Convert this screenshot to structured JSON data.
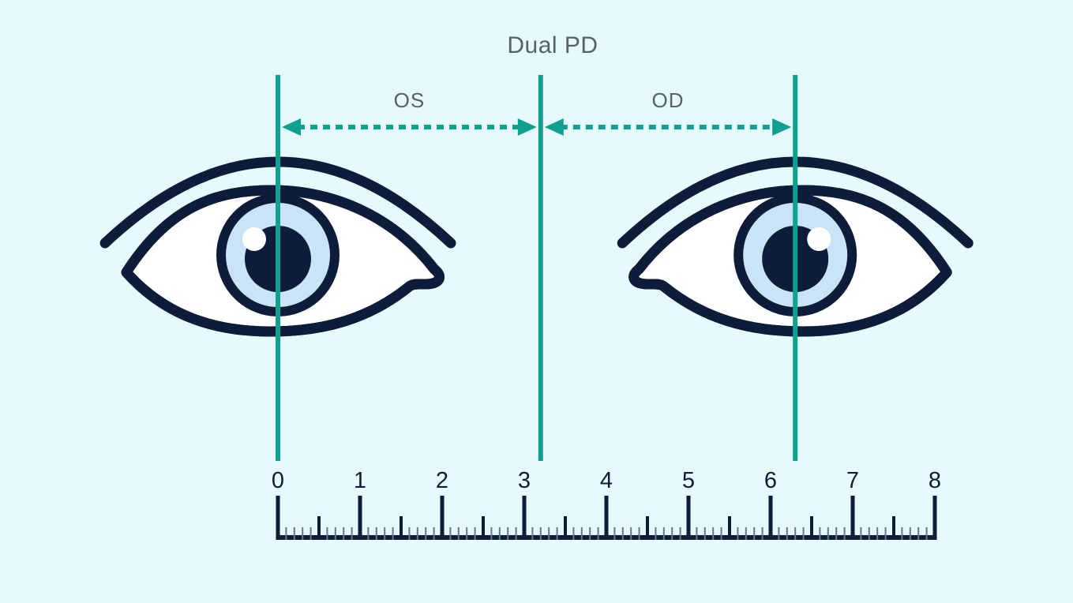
{
  "title": "Dual PD",
  "labels": {
    "left_measure": "OS",
    "right_measure": "OD"
  },
  "ruler": {
    "numbers": [
      "0",
      "1",
      "2",
      "3",
      "4",
      "5",
      "6",
      "7",
      "8"
    ],
    "minor_divisions_per_unit": 10
  },
  "ruler_readings": {
    "left_pupil_line": 0,
    "center_nose_line": 3.2,
    "right_pupil_line": 6.3
  },
  "colors": {
    "background": "#e6fafd",
    "accent_teal": "#10a08f",
    "navy_outline": "#0d1c38",
    "iris_blue": "#c9e4f6",
    "sclera_white": "#ffffff",
    "label_gray": "#57616b",
    "minor_tick_gray": "#66788c"
  }
}
